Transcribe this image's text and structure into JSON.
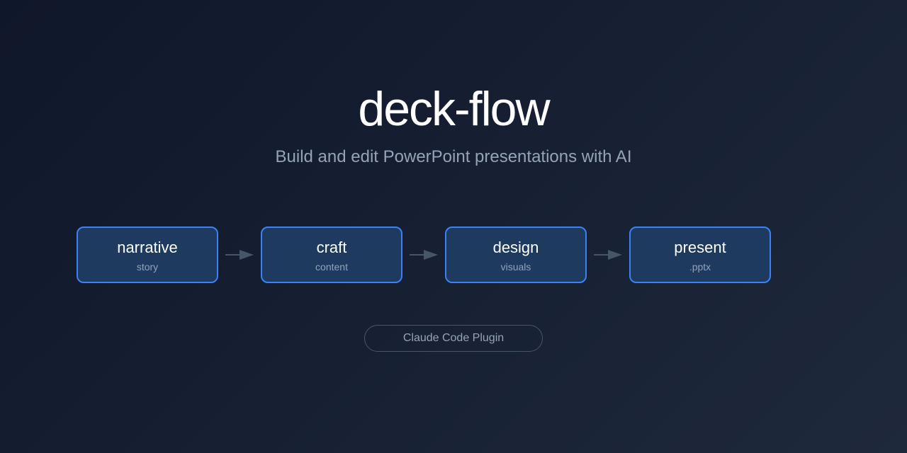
{
  "header": {
    "title": "deck-flow",
    "subtitle": "Build and edit PowerPoint presentations with AI"
  },
  "flow": {
    "steps": [
      {
        "label": "narrative",
        "sub": "story"
      },
      {
        "label": "craft",
        "sub": "content"
      },
      {
        "label": "design",
        "sub": "visuals"
      },
      {
        "label": "present",
        "sub": ".pptx"
      }
    ],
    "connector_icon": "arrow-right-icon"
  },
  "badge": {
    "label": "Claude Code Plugin"
  },
  "colors": {
    "background_start": "#0f172a",
    "background_end": "#1e293b",
    "step_border": "#3b82f6",
    "step_fill": "#1e3a5f",
    "arrow": "#475569",
    "muted_text": "#94a3b8",
    "title_text": "#ffffff"
  }
}
